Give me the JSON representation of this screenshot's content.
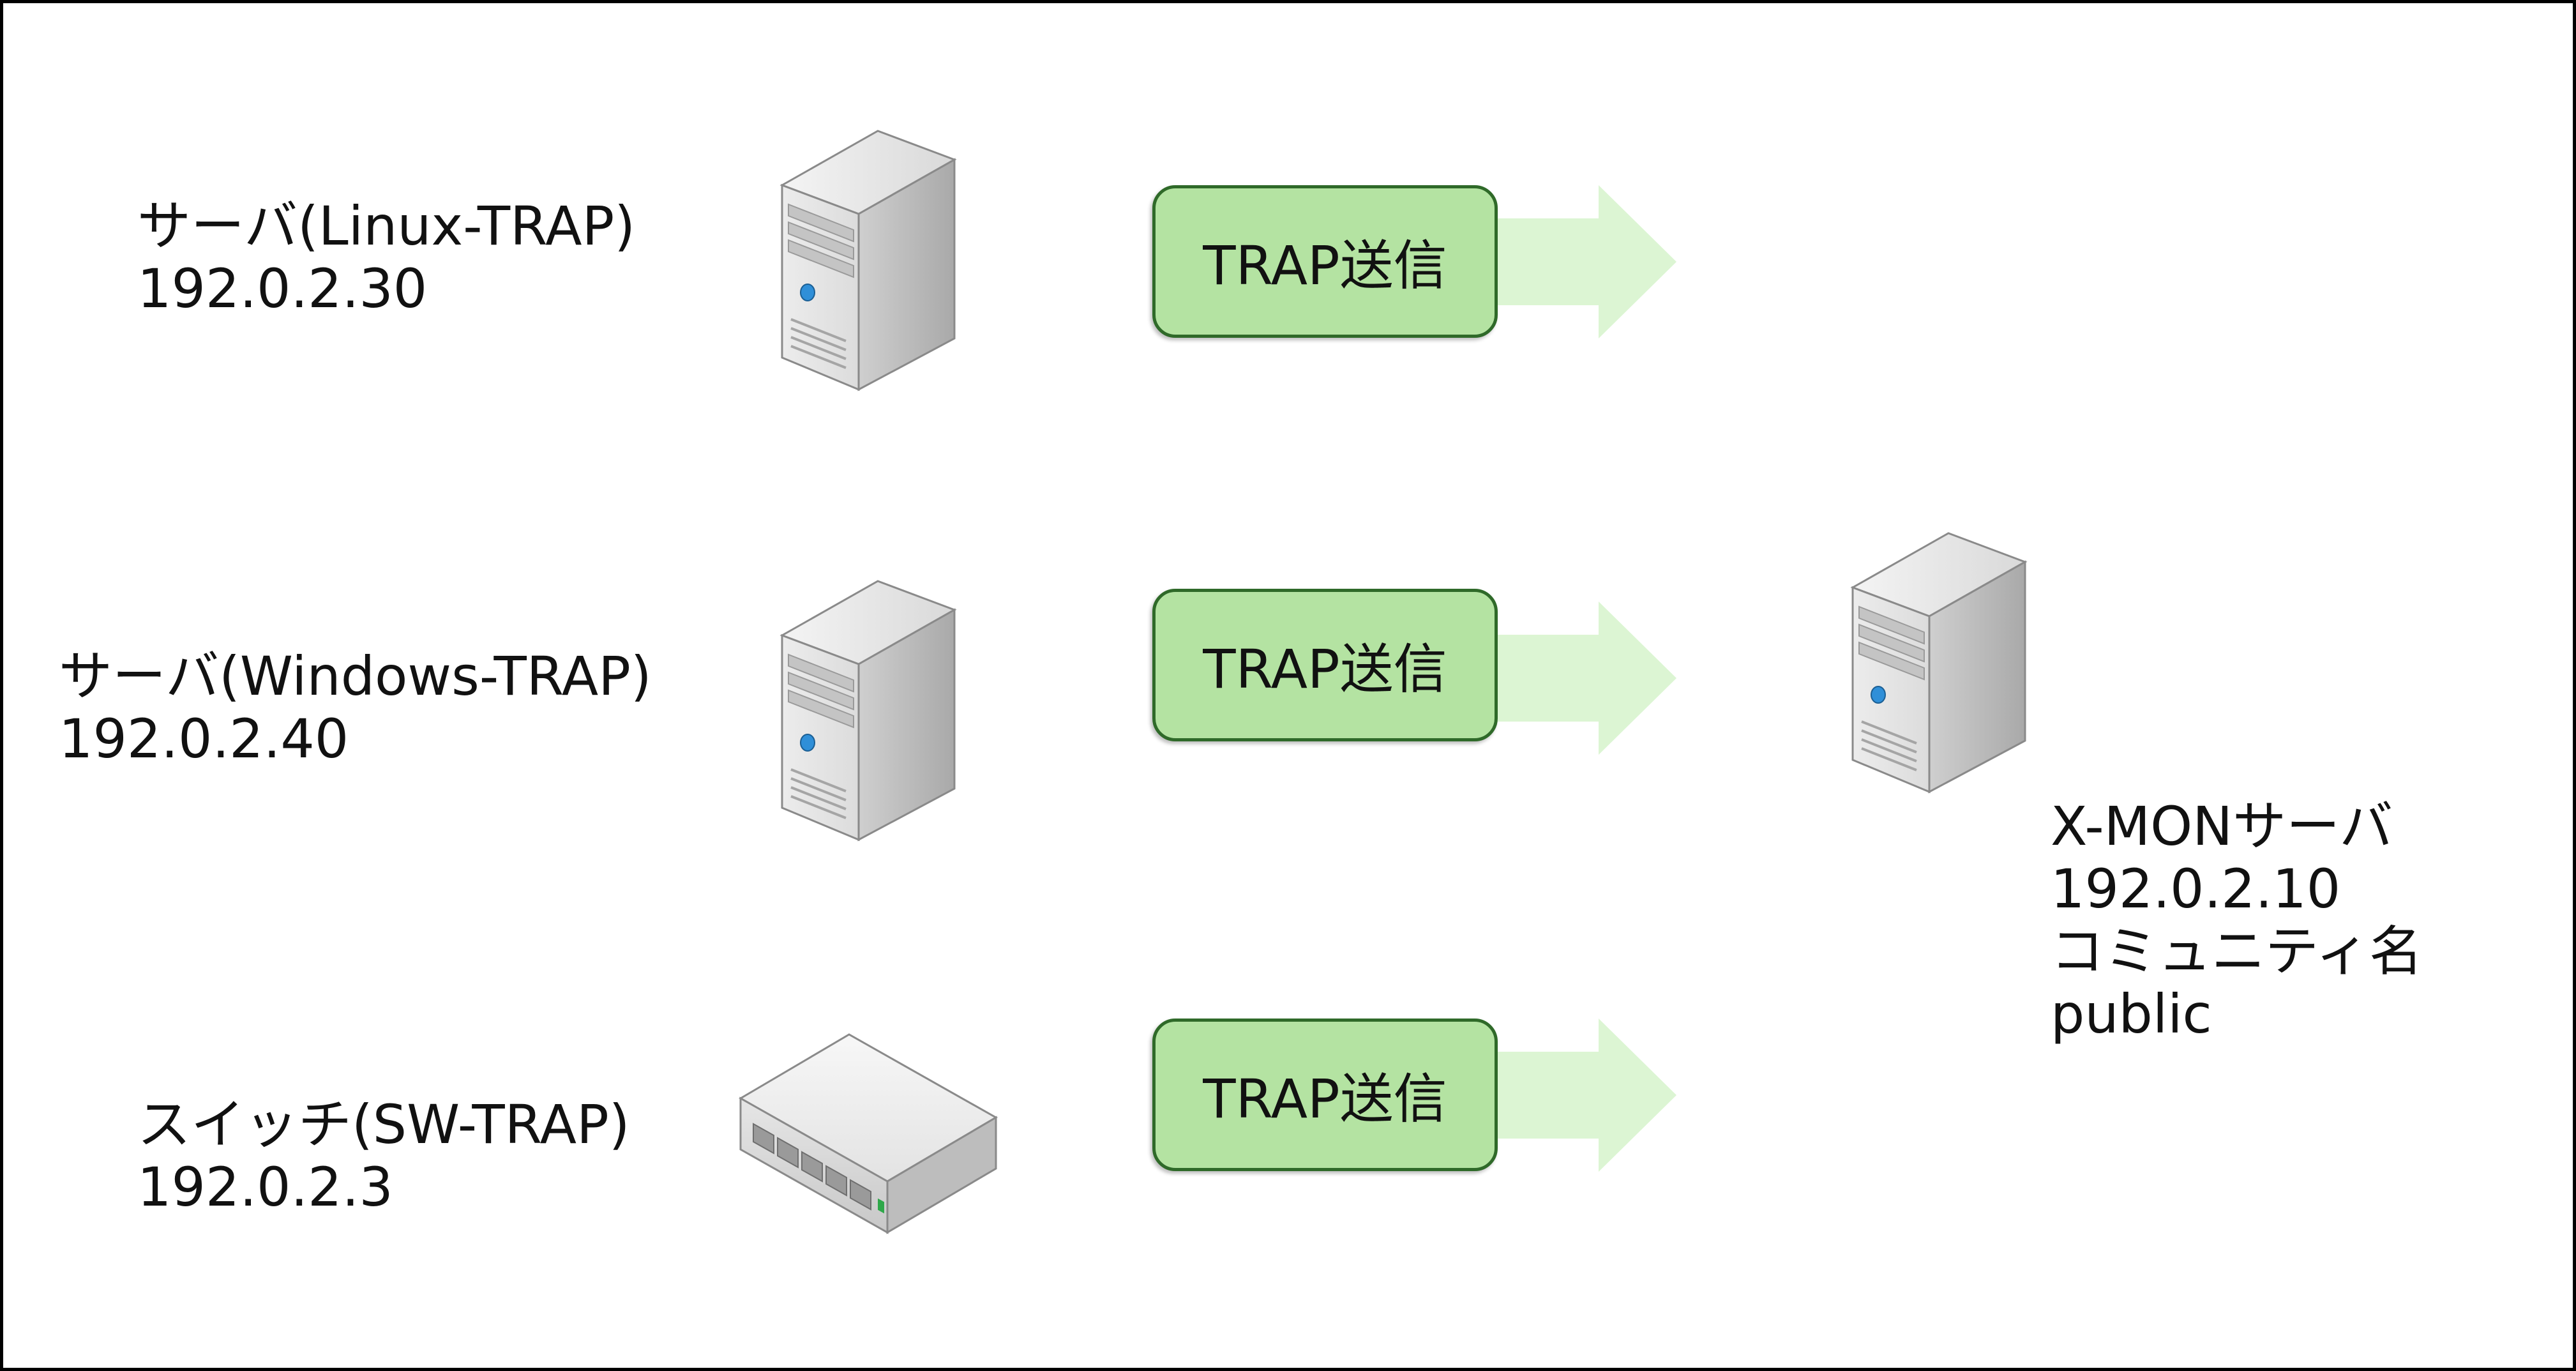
{
  "nodes": [
    {
      "id": "linux",
      "name": "サーバ(Linux-TRAP)",
      "ip": "192.0.2.30",
      "icon": "server-icon"
    },
    {
      "id": "windows",
      "name": "サーバ(Windows-TRAP)",
      "ip": "192.0.2.40",
      "icon": "server-icon"
    },
    {
      "id": "switch",
      "name": "スイッチ(SW-TRAP)",
      "ip": "192.0.2.3",
      "icon": "network-switch-icon"
    }
  ],
  "trap_label": "TRAP送信",
  "xmon": {
    "name": "X-MONサーバ",
    "ip": "192.0.2.10",
    "community_label": "コミュニティ名",
    "community_value": "public",
    "icon": "server-icon"
  },
  "colors": {
    "button_fill": "#b4e3a2",
    "button_border": "#2f6a29",
    "arrow_fill": "#dcf5d3"
  }
}
